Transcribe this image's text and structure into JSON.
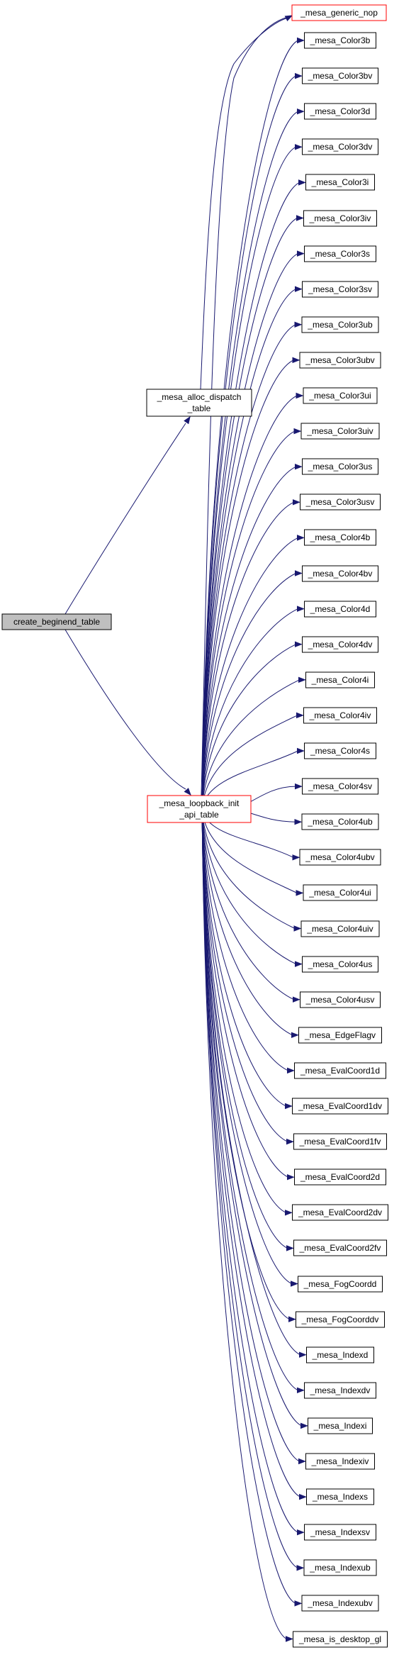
{
  "colors": {
    "edge": "#191970",
    "root_fill": "#bfbfbf",
    "highlight_border": "#ff0000"
  },
  "nodes": {
    "root": {
      "label": "create_beginend_table"
    },
    "alloc": {
      "line1": "_mesa_alloc_dispatch",
      "line2": "_table"
    },
    "loopback": {
      "line1": "_mesa_loopback_init",
      "line2": "_api_table"
    },
    "generic_nop": {
      "label": "_mesa_generic_nop"
    },
    "callees": [
      "_mesa_Color3b",
      "_mesa_Color3bv",
      "_mesa_Color3d",
      "_mesa_Color3dv",
      "_mesa_Color3i",
      "_mesa_Color3iv",
      "_mesa_Color3s",
      "_mesa_Color3sv",
      "_mesa_Color3ub",
      "_mesa_Color3ubv",
      "_mesa_Color3ui",
      "_mesa_Color3uiv",
      "_mesa_Color3us",
      "_mesa_Color3usv",
      "_mesa_Color4b",
      "_mesa_Color4bv",
      "_mesa_Color4d",
      "_mesa_Color4dv",
      "_mesa_Color4i",
      "_mesa_Color4iv",
      "_mesa_Color4s",
      "_mesa_Color4sv",
      "_mesa_Color4ub",
      "_mesa_Color4ubv",
      "_mesa_Color4ui",
      "_mesa_Color4uiv",
      "_mesa_Color4us",
      "_mesa_Color4usv",
      "_mesa_EdgeFlagv",
      "_mesa_EvalCoord1d",
      "_mesa_EvalCoord1dv",
      "_mesa_EvalCoord1fv",
      "_mesa_EvalCoord2d",
      "_mesa_EvalCoord2dv",
      "_mesa_EvalCoord2fv",
      "_mesa_FogCoordd",
      "_mesa_FogCoorddv",
      "_mesa_Indexd",
      "_mesa_Indexdv",
      "_mesa_Indexi",
      "_mesa_Indexiv",
      "_mesa_Indexs",
      "_mesa_Indexsv",
      "_mesa_Indexub",
      "_mesa_Indexubv",
      "_mesa_is_desktop_gl"
    ]
  }
}
